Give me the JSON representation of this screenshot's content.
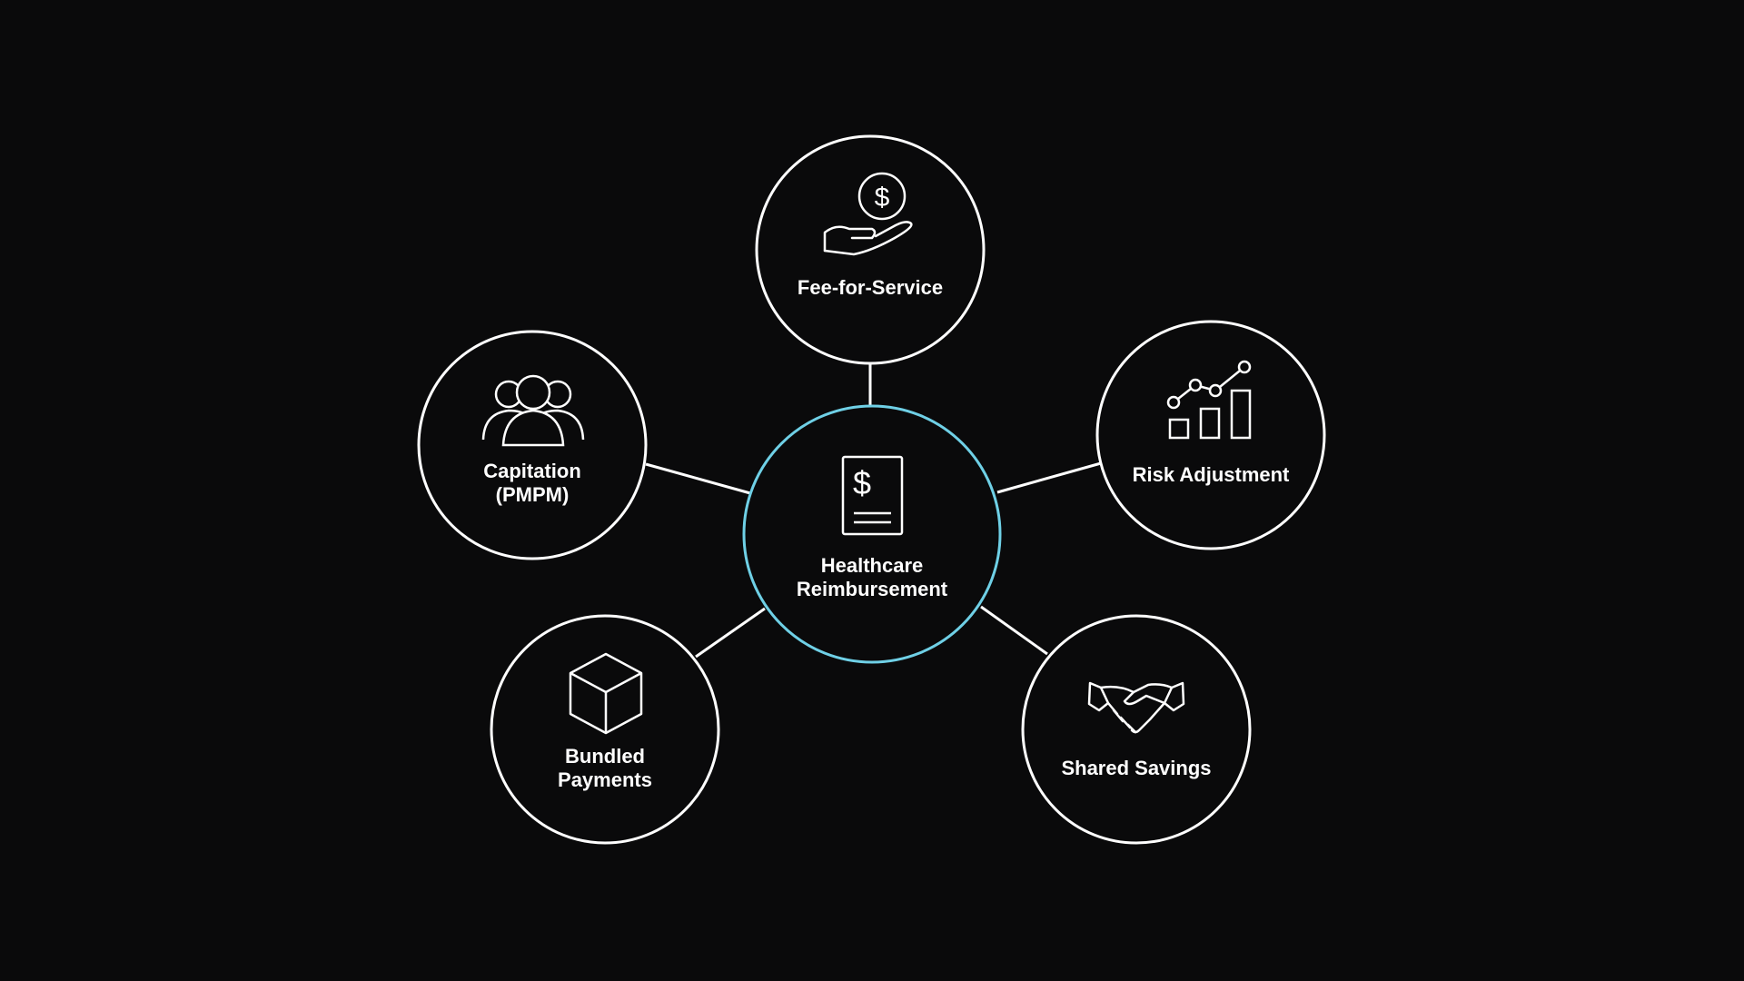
{
  "colors": {
    "background": "#0a0a0b",
    "stroke": "#ffffff",
    "center_ring": "#6fd0e6"
  },
  "center": {
    "icon": "invoice-dollar-icon",
    "label_line1": "Healthcare",
    "label_line2": "Reimbursement"
  },
  "nodes": {
    "fee_for_service": {
      "icon": "hand-coin-dollar-icon",
      "label_line1": "Fee-for-Service"
    },
    "risk_adjustment": {
      "icon": "bar-line-chart-icon",
      "label_line1": "Risk Adjustment"
    },
    "shared_savings": {
      "icon": "handshake-icon",
      "label_line1": "Shared Savings"
    },
    "bundled_payments": {
      "icon": "cube-icon",
      "label_line1": "Bundled",
      "label_line2": "Payments"
    },
    "capitation": {
      "icon": "people-group-icon",
      "label_line1": "Capitation",
      "label_line2": "(PMPM)"
    }
  }
}
